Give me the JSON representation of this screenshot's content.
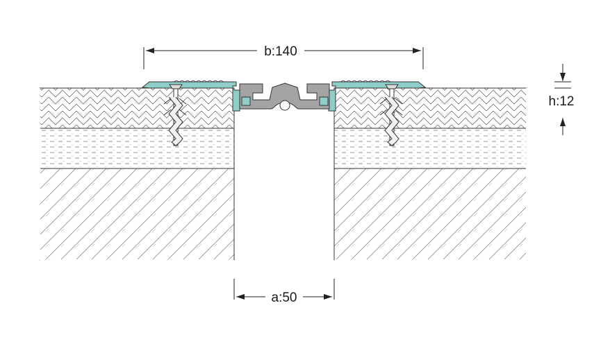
{
  "dimensions": {
    "width_label": "b:140",
    "gap_label": "a:50",
    "height_label": "h:12"
  },
  "colors": {
    "profile_teal": "#8ecdc8",
    "insert_gray": "#a4a4a4",
    "line": "#2a2a2a"
  },
  "icons": [
    "expansion-joint-profile",
    "wall-plug-anchor-icon",
    "screw-icon"
  ]
}
